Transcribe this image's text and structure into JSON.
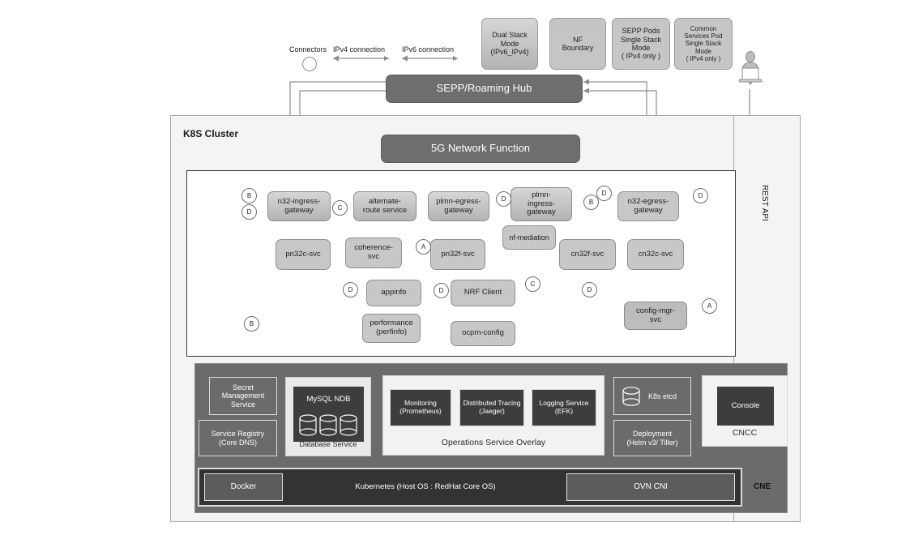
{
  "legend": {
    "connectors_label": "Connectors",
    "ipv4_label": "IPv4 connection",
    "ipv6_label": "IPv6 connection",
    "boxes": [
      {
        "id": "dual-stack",
        "lines": "Dual Stack\nMode\n(IPv6_IPv4)"
      },
      {
        "id": "nf-boundary",
        "lines": "NF\nBoundary"
      },
      {
        "id": "sepp-pods",
        "lines": "SEPP Pods\nSingle Stack\nMode\n( IPv4 only )"
      },
      {
        "id": "common-services-pod",
        "lines": "Common\nServices Pod\nSingle Stack\nMode\n( IPv4 only )"
      }
    ]
  },
  "top": {
    "sepp_hub": "SEPP/Roaming Hub",
    "network_function": "5G Network Function",
    "rest_api": "REST API",
    "user_icon": "user-with-laptop-icon"
  },
  "cluster": {
    "title": "K8S Cluster"
  },
  "gateways": [
    {
      "id": "n32-ingress-gateway",
      "label": "n32-ingress-\ngateway"
    },
    {
      "id": "alternate-route-service",
      "label": "alternate-\nroute service"
    },
    {
      "id": "plmn-egress-gateway",
      "label": "plmn-egress-\ngateway"
    },
    {
      "id": "plmn-ingress-gateway",
      "label": "plmn-\ningress-\ngateway"
    },
    {
      "id": "n32-egress-gateway",
      "label": "n32-egress-\ngateway"
    }
  ],
  "services_row2": [
    {
      "id": "pn32c-svc",
      "label": "pn32c-svc"
    },
    {
      "id": "coherence-svc",
      "label": "coherence-\nsvc"
    },
    {
      "id": "pn32f-svc",
      "label": "pn32f-svc"
    },
    {
      "id": "nf-mediation",
      "label": "nf-mediation"
    },
    {
      "id": "cn32f-svc",
      "label": "cn32f-svc"
    },
    {
      "id": "cn32c-svc",
      "label": "cn32c-svc"
    }
  ],
  "services_row3": [
    {
      "id": "appinfo",
      "label": "appinfo"
    },
    {
      "id": "nrf-client",
      "label": "NRF Client"
    },
    {
      "id": "config-mgr-svc",
      "label": "config-mgr-\nsvc"
    }
  ],
  "services_row4": [
    {
      "id": "performance-perfinfo",
      "label": "performance\n(perfinfo)"
    },
    {
      "id": "ocpm-config",
      "label": "ocpm-config"
    }
  ],
  "connectors": [
    {
      "id": "c-b-1",
      "letter": "B"
    },
    {
      "id": "c-d-1",
      "letter": "D"
    },
    {
      "id": "c-c-1",
      "letter": "C"
    },
    {
      "id": "c-d-2",
      "letter": "D"
    },
    {
      "id": "c-d-3",
      "letter": "D"
    },
    {
      "id": "c-b-2",
      "letter": "B"
    },
    {
      "id": "c-d-4",
      "letter": "D"
    },
    {
      "id": "c-a-1",
      "letter": "A"
    },
    {
      "id": "c-d-5",
      "letter": "D"
    },
    {
      "id": "c-d-6",
      "letter": "D"
    },
    {
      "id": "c-c-2",
      "letter": "C"
    },
    {
      "id": "c-d-7",
      "letter": "D"
    },
    {
      "id": "c-b-3",
      "letter": "B"
    },
    {
      "id": "c-a-2",
      "letter": "A"
    }
  ],
  "infrastructure": {
    "secret_management": "Secret\nManagement\nService",
    "service_registry": "Service Registry\n(Core DNS)",
    "mysql_ndb": "MySQL NDB",
    "database_service": "Database Service",
    "monitoring": "Monitoring\n(Prometheus)",
    "distributed_tracing": "Distributed Tracing\n(Jaeger)",
    "logging_service": "Logging Service\n(EFK)",
    "ops_overlay": "Operations Service Overlay",
    "k8s_etcd": "K8s etcd",
    "deployment": "Deployment\n(Helm v3/ Tiller)",
    "console": "Console",
    "cncc": "CNCC"
  },
  "cne": {
    "docker": "Docker",
    "kubernetes": "Kubernetes (Host OS : RedHat Core OS)",
    "ovn_cni": "OVN CNI",
    "label": "CNE"
  },
  "colors": {
    "dark_node": "#6e6e6e",
    "mid_node": "#bdbdbd",
    "light_node": "#c9c9c9",
    "infra_band": "#6b6b6b",
    "dark_tile": "#3d3d3d",
    "cne_band": "#333333",
    "wire": "#8d8d8d"
  }
}
